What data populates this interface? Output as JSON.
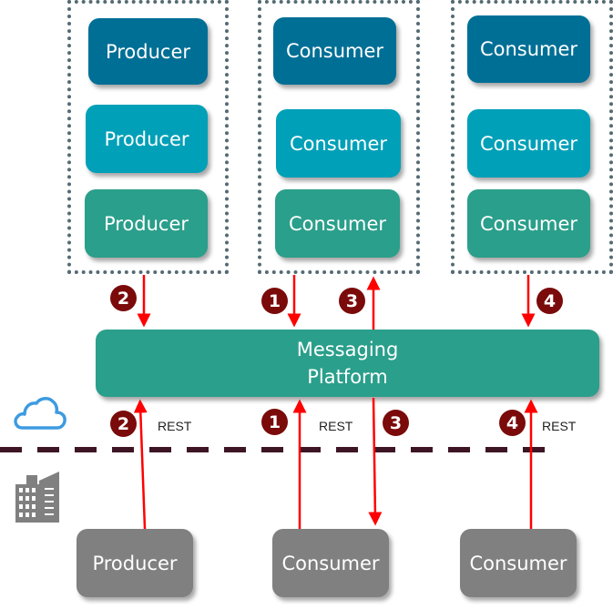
{
  "colors": {
    "dark_blue": "#006f96",
    "cyan": "#00a0b8",
    "teal": "#2a9f8b",
    "gray": "#808080",
    "arrow": "#ff0000",
    "badge": "#7b0a0a",
    "boundary": "#3d1524",
    "group_border": "#546b73",
    "cloud": "#3d9be0"
  },
  "cloud_groups": [
    {
      "name": "producers",
      "nodes": [
        "Producer",
        "Producer",
        "Producer"
      ]
    },
    {
      "name": "consumers-a",
      "nodes": [
        "Consumer",
        "Consumer",
        "Consumer"
      ]
    },
    {
      "name": "consumers-b",
      "nodes": [
        "Consumer",
        "Consumer",
        "Consumer"
      ]
    }
  ],
  "platform": {
    "line1": "Messaging",
    "line2": "Platform"
  },
  "on_prem_nodes": [
    "Producer",
    "Consumer",
    "Consumer"
  ],
  "upper_badges": [
    "2",
    "1",
    "3",
    "4"
  ],
  "lower_badges": [
    "2",
    "1",
    "3",
    "4"
  ],
  "rest_labels": [
    "REST",
    "REST",
    "REST"
  ],
  "icons": {
    "cloud": "cloud-icon",
    "building": "building-icon"
  }
}
